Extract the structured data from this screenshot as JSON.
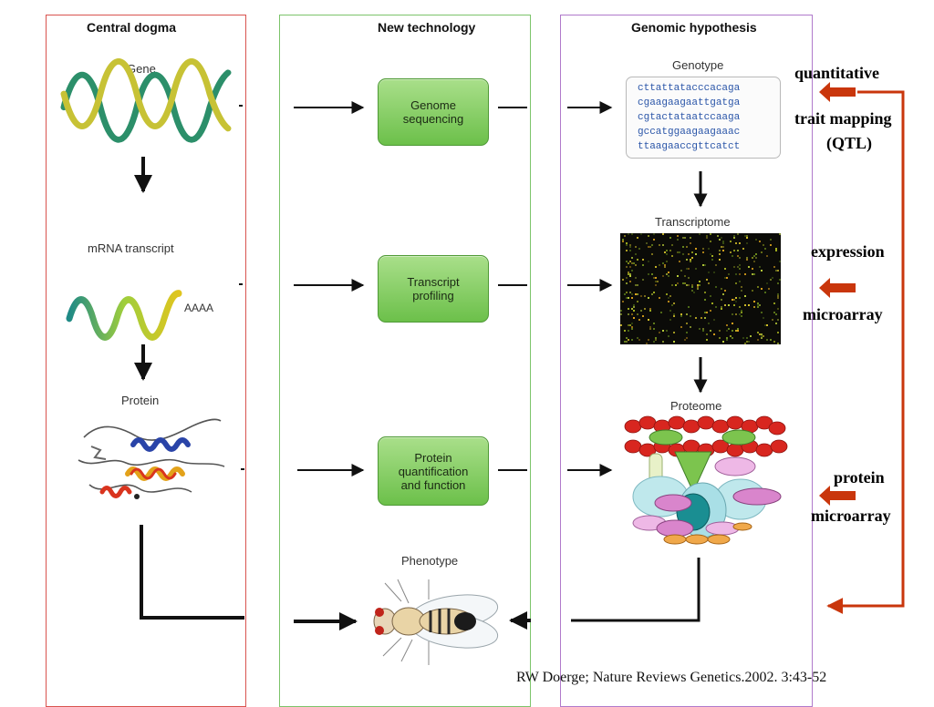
{
  "columns": {
    "central_dogma": {
      "title": "Central dogma",
      "gene_label": "Gene",
      "mrna_label": "mRNA transcript",
      "mrna_tail": "AAAA",
      "protein_label": "Protein"
    },
    "new_technology": {
      "title": "New technology",
      "boxes": [
        {
          "label": "Genome\nsequencing"
        },
        {
          "label": "Transcript\nprofiling"
        },
        {
          "label": "Protein\nquantification\nand function"
        }
      ],
      "phenotype_label": "Phenotype"
    },
    "genomic_hypothesis": {
      "title": "Genomic hypothesis",
      "genotype_label": "Genotype",
      "genotype_sequences": [
        "cttattatacccacaga",
        "cgaagaagaattgatga",
        "cgtactataatccaaga",
        "gccatggaagaagaaac",
        "ttaagaaccgttcatct"
      ],
      "transcriptome_label": "Transcriptome",
      "proteome_label": "Proteome"
    }
  },
  "annotations": {
    "qtl_line1": "quantitative",
    "qtl_line2": "trait mapping",
    "qtl_line3": "(QTL)",
    "expression_line1": "expression",
    "expression_line2": "microarray",
    "protein_line1": "protein",
    "protein_line2": "microarray",
    "arrow_color": "#c9360c"
  },
  "citation": "RW Doerge; Nature Reviews Genetics.2002. 3:43-52"
}
